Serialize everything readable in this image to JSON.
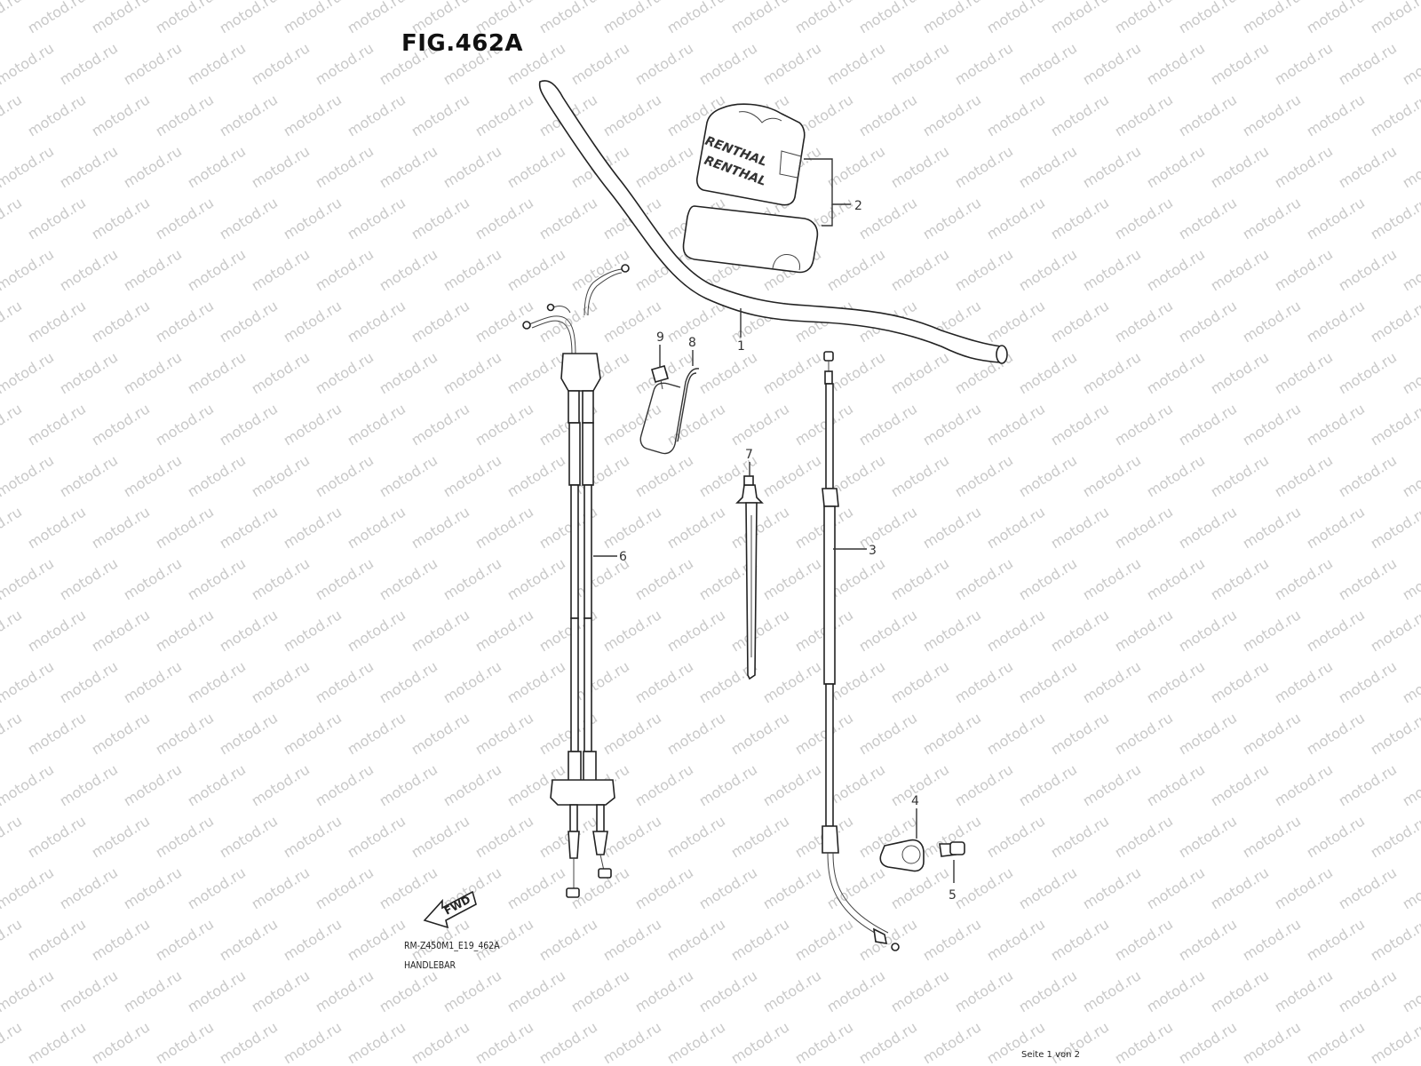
{
  "figure": {
    "title": "FIG.462A",
    "code": "RM-Z450M1_E19_462A",
    "name": "HANDLEBAR",
    "page_info": "Seite 1 von 2",
    "watermark": "motod.ru",
    "pad_brand": "RENTHAL",
    "fwd_label": "FWD"
  },
  "callouts": [
    "1",
    "2",
    "3",
    "4",
    "5",
    "6",
    "7",
    "8",
    "9"
  ]
}
